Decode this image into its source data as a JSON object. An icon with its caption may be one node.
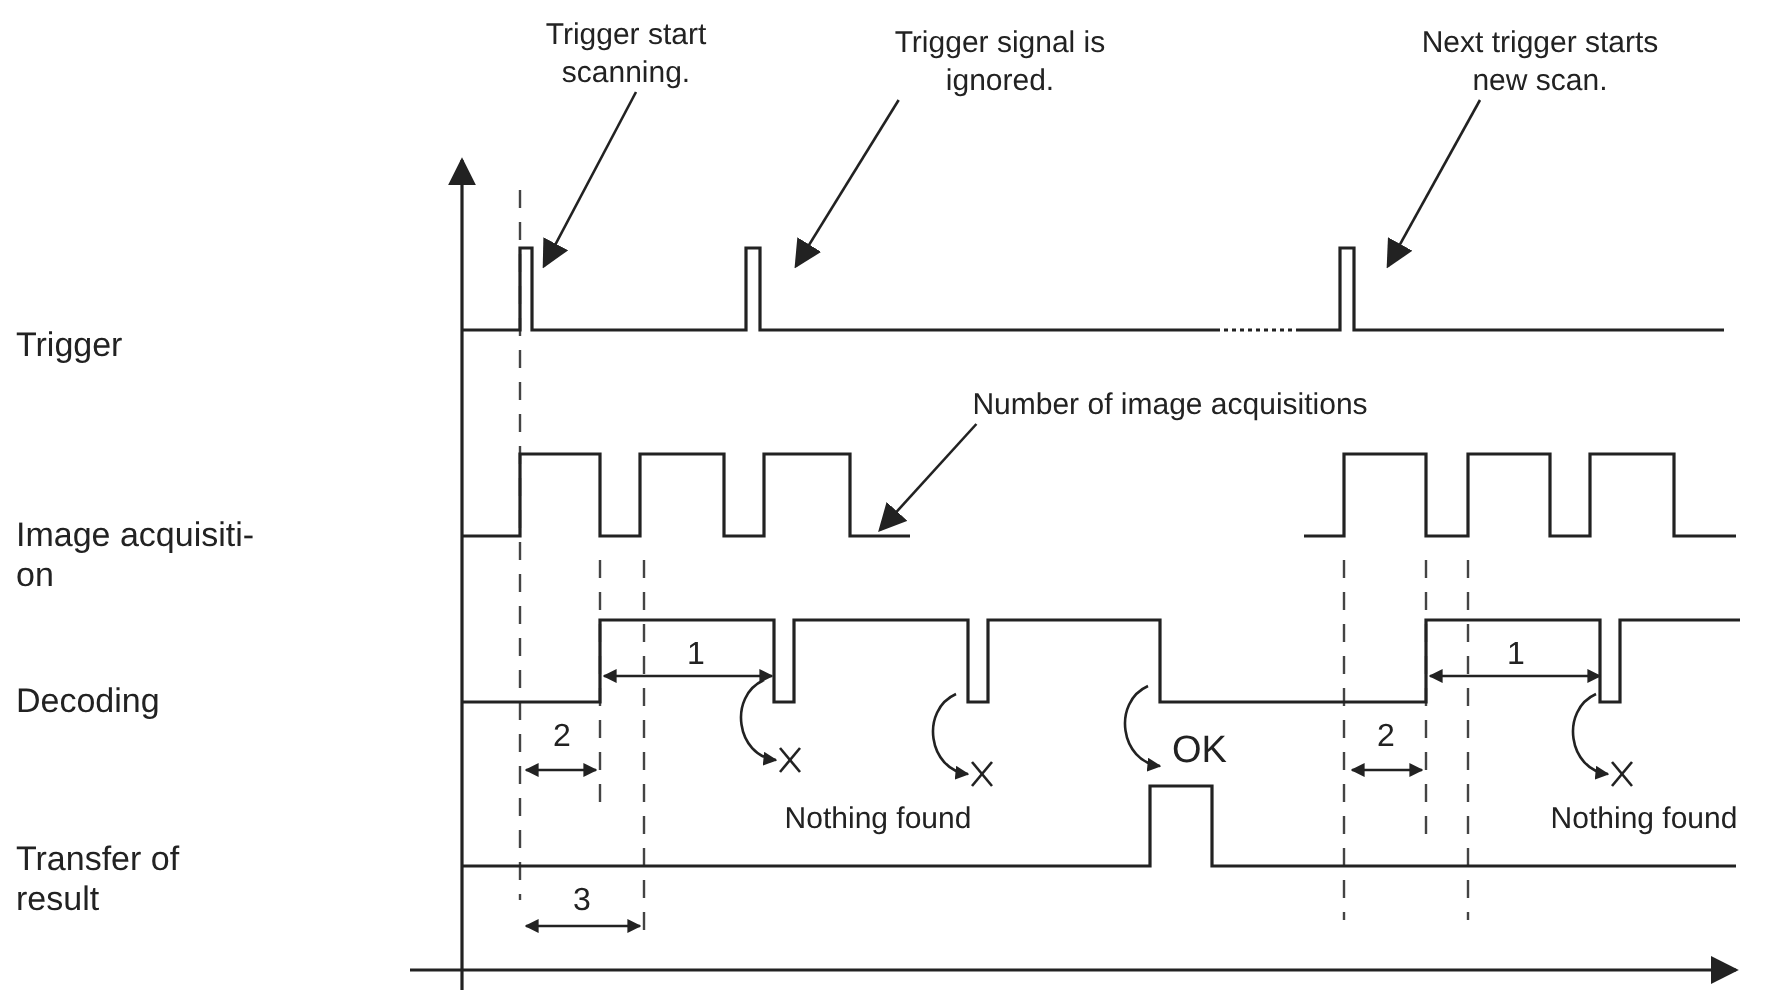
{
  "diagram": {
    "nodes": [
      {
        "text": [
          "Trigger start scanning."
        ]
      },
      {
        "text": [
          "Trigger signal is ignored."
        ]
      },
      {
        "text": [
          "Next trigger starts new scan."
        ]
      },
      {
        "text": [
          "Number of image acquisitions"
        ]
      }
    ],
    "edges": [
      {
        "from": 0,
        "to": null,
        "arrow": "to"
      },
      {
        "from": 1,
        "to": null,
        "arrow": "to"
      },
      {
        "from": 2,
        "to": null,
        "arrow": "to"
      },
      {
        "from": 3,
        "to": null,
        "arrow": "to"
      }
    ],
    "labels": [
      "Trigger",
      "Image acquisiti- on",
      "Decoding",
      "1",
      "1",
      "2",
      "OK",
      "2",
      "Nothing found",
      "Nothing found",
      "Transfer of result",
      "3"
    ]
  }
}
